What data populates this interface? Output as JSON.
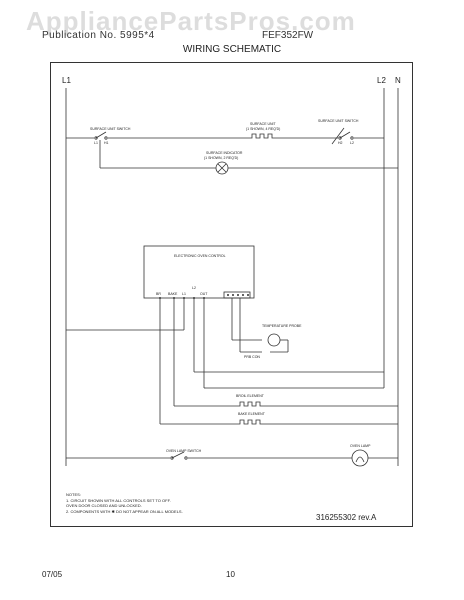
{
  "header": {
    "left": "Publication No. 5995*4",
    "model": "FEF352FW"
  },
  "watermark": "AppliancePartsPros.com",
  "title": "WIRING SCHEMATIC",
  "lines": {
    "l1": "L1",
    "l2": "L2",
    "n": "N"
  },
  "components": {
    "surface_switch_left": "SURFACE UNIT SWITCH",
    "surface_unit": "SURFACE UNIT",
    "surface_unit_sub": "(1 SHOWN, 4 REQ'D)",
    "surface_switch_right": "SURFACE UNIT SWITCH",
    "surface_indicator": "SURFACE INDICATOR",
    "surface_indicator_sub": "(1 SHOWN, 2 REQ'D)",
    "sw_l1": "L1",
    "sw_h1": "H1",
    "sw_h2": "H2",
    "sw_l2": "L2",
    "oven_control": "ELECTRONIC OVEN CONTROL",
    "term_br": "BR",
    "term_bk": "BAKE",
    "term_l1": "L1",
    "term_l2": "L2",
    "term_out": "OUT",
    "temp_probe": "TEMPERATURE PROBE",
    "prb_con": "PRB CON",
    "broil_element": "BROIL ELEMENT",
    "bake_element": "BAKE ELEMENT",
    "oven_lamp_switch": "OVEN LAMP SWITCH",
    "oven_lamp": "OVEN LAMP"
  },
  "notes": {
    "heading": "NOTES:",
    "n1": "1.  CIRCUIT SHOWN WITH ALL CONTROLS SET TO OFF.",
    "n1b": "     OVEN DOOR CLOSED AND UNLOCKED.",
    "n2": "2.  COMPONENTS WITH  ✱  DO NOT APPEAR ON ALL MODELS."
  },
  "part_number": "316255302  rev.A",
  "footer": {
    "date": "07/05",
    "page": "10"
  }
}
